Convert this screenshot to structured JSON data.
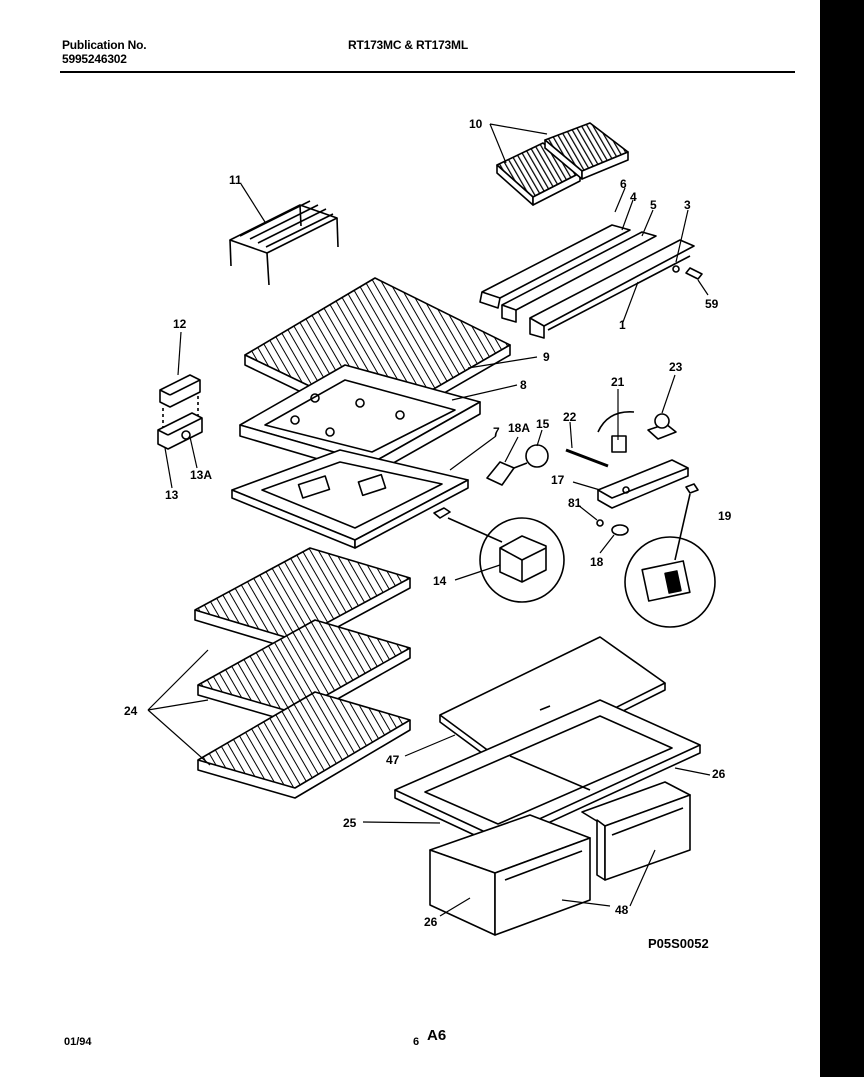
{
  "header": {
    "publication_label": "Publication No.",
    "publication_number": "5995246302",
    "model": "RT173MC & RT173ML"
  },
  "diagram": {
    "code": "P05S0052",
    "callouts": {
      "c1": "1",
      "c3": "3",
      "c4": "4",
      "c5": "5",
      "c6": "6",
      "c7": "7",
      "c8": "8",
      "c9": "9",
      "c10": "10",
      "c11": "11",
      "c12": "12",
      "c13": "13",
      "c13a": "13A",
      "c14": "14",
      "c15": "15",
      "c17": "17",
      "c18": "18",
      "c18a": "18A",
      "c19": "19",
      "c21": "21",
      "c22": "22",
      "c23": "23",
      "c24": "24",
      "c25": "25",
      "c26a": "26",
      "c26b": "26",
      "c47": "47",
      "c48": "48",
      "c59": "59",
      "c81": "81"
    }
  },
  "footer": {
    "date": "01/94",
    "page_number": "6",
    "section": "A6"
  }
}
